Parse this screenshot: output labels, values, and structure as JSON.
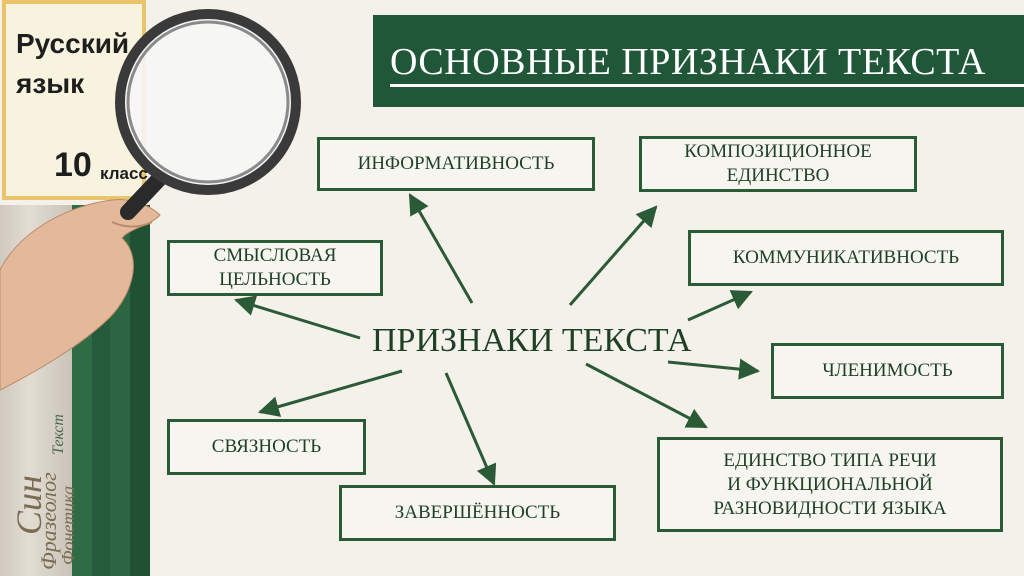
{
  "course": {
    "subject": "Русский язык",
    "grade": "10",
    "grade_word": "класс"
  },
  "spine_texts": [
    "Син",
    "Фразеолог",
    "Текст",
    "Фонетика"
  ],
  "slide_title": "ОСНОВНЫЕ ПРИЗНАКИ ТЕКСТА",
  "diagram": {
    "center": "ПРИЗНАКИ ТЕКСТА",
    "nodes": [
      {
        "id": "informativnost",
        "label": "ИНФОРМАТИВНОСТЬ"
      },
      {
        "id": "kompozitsionnoe",
        "label": "КОМПОЗИЦИОННОЕ\nЕДИНСТВО"
      },
      {
        "id": "smyslovaya",
        "label": "СМЫСЛОВАЯ\nЦЕЛЬНОСТЬ"
      },
      {
        "id": "kommunikativnost",
        "label": "КОММУНИКАТИВНОСТЬ"
      },
      {
        "id": "chlenimost",
        "label": "ЧЛЕНИМОСТЬ"
      },
      {
        "id": "svyaznost",
        "label": "СВЯЗНОСТЬ"
      },
      {
        "id": "zavershennost",
        "label": "ЗАВЕРШЁННОСТЬ"
      },
      {
        "id": "edinstvo",
        "label": "ЕДИНСТВО ТИПА РЕЧИ\nИ ФУНКЦИОНАЛЬНОЙ\nРАЗНОВИДНОСТИ ЯЗЫКА"
      }
    ],
    "edges": [
      {
        "to": "informativnost"
      },
      {
        "to": "kompozitsionnoe"
      },
      {
        "to": "smyslovaya"
      },
      {
        "to": "kommunikativnost"
      },
      {
        "to": "chlenimost"
      },
      {
        "to": "svyaznost"
      },
      {
        "to": "zavershennost"
      },
      {
        "to": "edinstvo"
      }
    ],
    "colors": {
      "accent": "#1f5738",
      "line": "#2b5a36",
      "text": "#1f3f26"
    }
  }
}
